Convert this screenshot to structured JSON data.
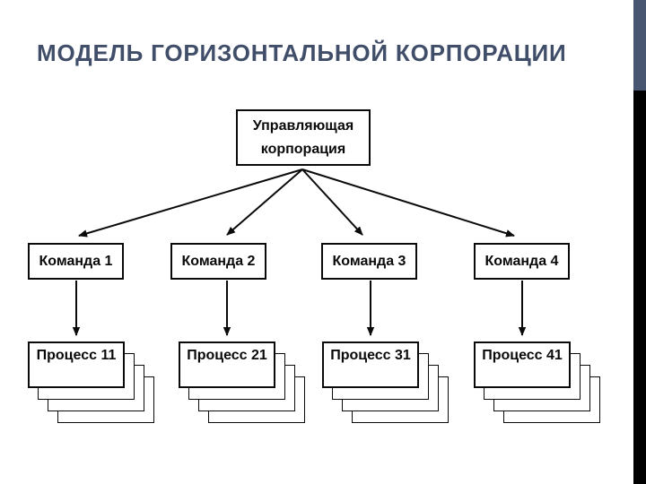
{
  "slide": {
    "title": "МОДЕЛЬ ГОРИЗОНТАЛЬНОЙ КОРПОРАЦИИ"
  },
  "diagram": {
    "root": {
      "label": "Управляющая корпорация"
    },
    "teams": [
      {
        "label": "Команда 1"
      },
      {
        "label": "Команда 2"
      },
      {
        "label": "Команда 3"
      },
      {
        "label": "Команда 4"
      }
    ],
    "processes": [
      {
        "label": "Процесс 11"
      },
      {
        "label": "Процесс 21"
      },
      {
        "label": "Процесс 31"
      },
      {
        "label": "Процесс 41"
      }
    ],
    "sheets_per_stack": 4
  },
  "colors": {
    "background": "#ffffff",
    "title_text": "#414e69",
    "accent_bar_top": "#485672",
    "accent_bar_bottom": "#000000",
    "shape_border": "#0a0a0a",
    "shape_fill": "#ffffff",
    "arrow": "#0a0a0a"
  }
}
